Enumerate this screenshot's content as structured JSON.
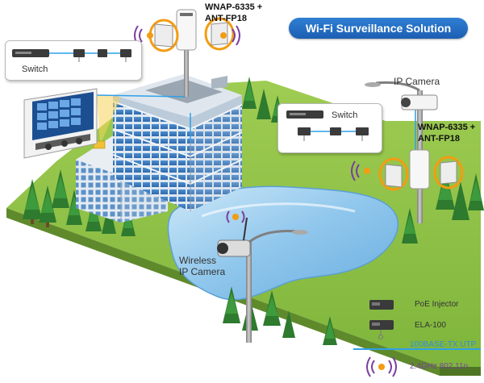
{
  "title": "Wi-Fi Surveillance Solution",
  "labels": {
    "device_top_line1": "WNAP-6335 +",
    "device_top_line2": "ANT-FP18",
    "device_right_line1": "WNAP-6335 +",
    "device_right_line2": "ANT-FP18",
    "switch_left": "Switch",
    "switch_right": "Switch",
    "ip_camera": "IP Camera",
    "wireless_cam_line1": "Wireless",
    "wireless_cam_line2": "IP Camera"
  },
  "legend": {
    "poe_injector": "PoE Injector",
    "ela": "ELA-100",
    "utp": "100BASE-TX UTP",
    "wifi": "2.4GHz 802.11n"
  },
  "colors": {
    "title_bg": "#1c5fb3",
    "ground": "#8dbf45",
    "water": "#8fc6ec",
    "utp_line": "#2fa0e6",
    "wifi": "#7b3f9e",
    "antenna_ring": "#f39c12"
  }
}
